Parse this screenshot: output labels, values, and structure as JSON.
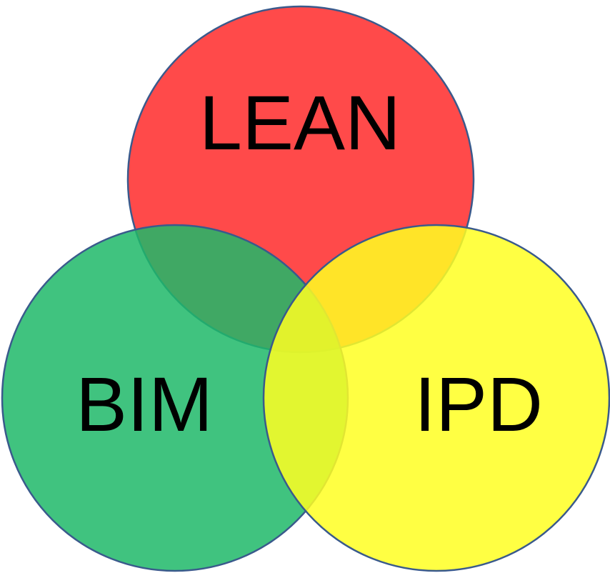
{
  "diagram": {
    "type": "venn",
    "sets": [
      {
        "id": "lean",
        "label": "LEAN",
        "color": "#ff2a2a"
      },
      {
        "id": "bim",
        "label": "BIM",
        "color": "#1fb868"
      },
      {
        "id": "ipd",
        "label": "IPD",
        "color": "#ffff22"
      }
    ],
    "outline_color": "#3a5a8c"
  }
}
